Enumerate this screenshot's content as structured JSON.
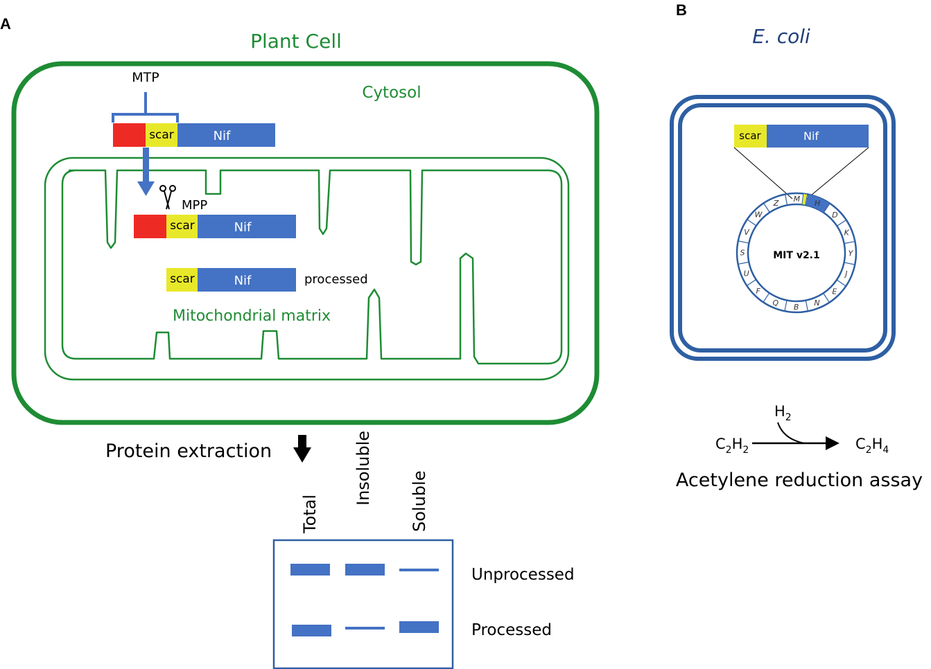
{
  "panel_a": {
    "letter": "A",
    "title": "Plant Cell",
    "cytosol_label": "Cytosol",
    "mtp_label": "MTP",
    "scar_label": "scar",
    "nif_label": "Nif",
    "mpp_label": "MPP",
    "processed_label": "processed",
    "matrix_label": "Mitochondrial matrix",
    "extraction_label": "Protein extraction",
    "lanes": [
      "Total",
      "Insoluble",
      "Soluble"
    ],
    "band_rows": [
      "Unprocessed",
      "Processed"
    ]
  },
  "panel_b": {
    "letter": "B",
    "title": "E. coli",
    "scar_label": "scar",
    "nif_label": "Nif",
    "plasmid_label": "MIT v2.1",
    "genes": [
      "M",
      "H",
      "D",
      "K",
      "Y",
      "J",
      "E",
      "N",
      "B",
      "Q",
      "F",
      "U",
      "S",
      "V",
      "W",
      "Z"
    ],
    "reaction": {
      "cofactor": "H",
      "cofactor_sub": "2",
      "reactant": "C",
      "reactant_sub1": "2",
      "reactant_h": "H",
      "reactant_sub2": "2",
      "product": "C",
      "product_sub1": "2",
      "product_h": "H",
      "product_sub2": "4"
    },
    "assay_label": "Acetylene reduction assay"
  },
  "colors": {
    "green": "#1e8c34",
    "blue": "#4472c4",
    "dark_blue": "#2e5fa3",
    "red": "#ee2a24",
    "yellow": "#e8e82a"
  }
}
